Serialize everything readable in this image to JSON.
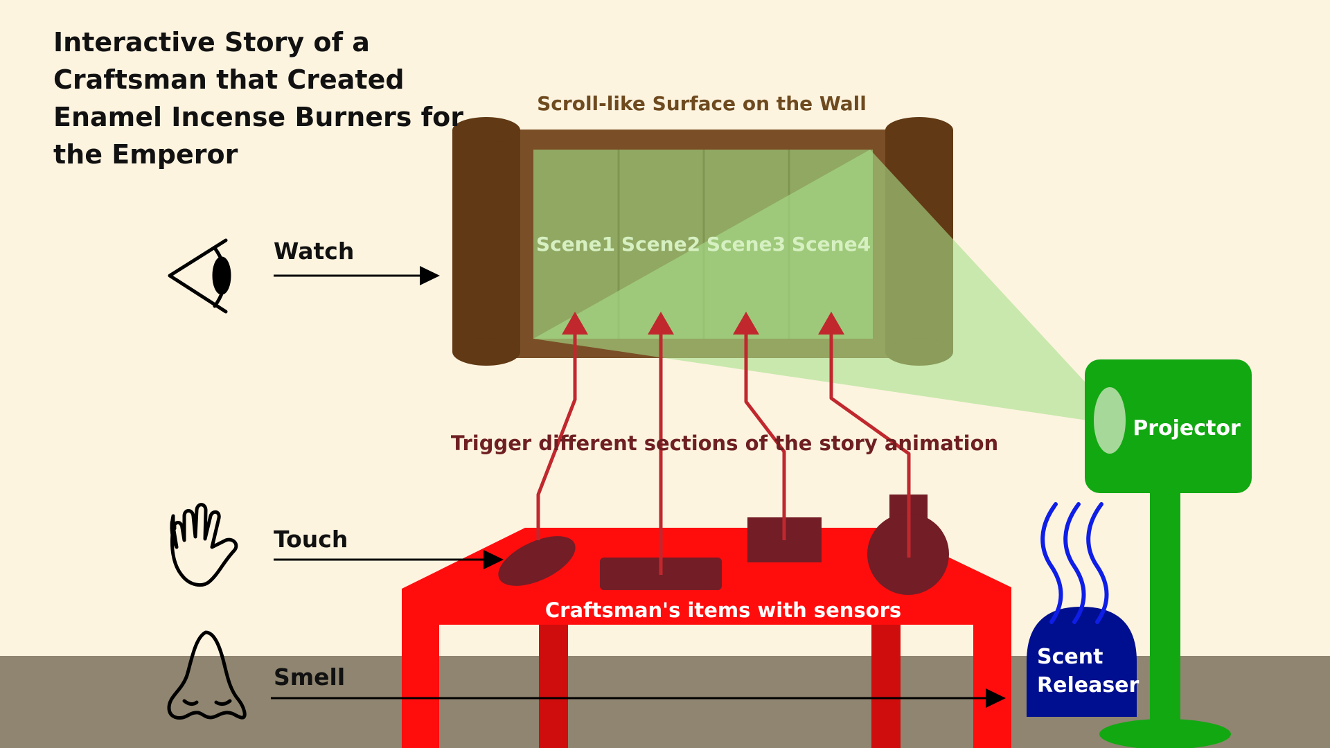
{
  "title_lines": [
    "Interactive Story of a",
    "Craftsman that Created",
    "Enamel Incense Burners for",
    "the Emperor"
  ],
  "scroll": {
    "label": "Scroll-like Surface on the Wall",
    "scenes": [
      "Scene1",
      "Scene2",
      "Scene3",
      "Scene4"
    ]
  },
  "senses": {
    "watch": "Watch",
    "touch": "Touch",
    "smell": "Smell"
  },
  "trigger_label": "Trigger different sections of the story animation",
  "table_label": "Craftsman's items with sensors",
  "projector_label": "Projector",
  "scent": {
    "line1": "Scent",
    "line2": "Releaser"
  },
  "icons": {
    "watch": "eye-icon",
    "touch": "hand-icon",
    "smell": "nose-icon"
  },
  "colors": {
    "wall": "#fdf4e0",
    "floor": "#8f8570",
    "scroll_frame": "#7a4f27",
    "scroll_roller": "#613914",
    "scroll_panel": "#91a863",
    "scene_text": "#d6f0c2",
    "projector": "#12a812",
    "light_beam": "#a6e08a",
    "table": "#ff0d0d",
    "table_leg": "#cf0d0d",
    "item": "#731d26",
    "trigger_line": "#c0282e",
    "trigger_text": "#6e1f22",
    "scent_body": "#000f8f",
    "scent_wave": "#0f1ee6",
    "scroll_label": "#6e4a1f"
  }
}
